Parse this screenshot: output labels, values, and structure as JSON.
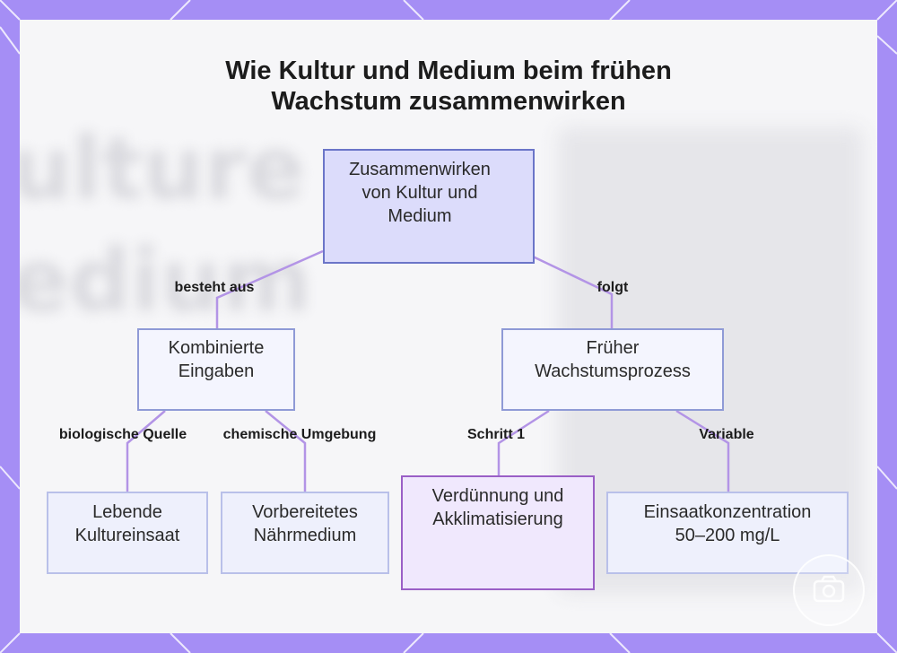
{
  "title": {
    "line1": "Wie Kultur und Medium beim frühen",
    "line2": "Wachstum zusammenwirken"
  },
  "nodes": {
    "root": [
      "Zusammenwirken",
      "von Kultur und",
      "Medium"
    ],
    "inputs": [
      "Kombinierte",
      "Eingaben"
    ],
    "process": [
      "Früher",
      "Wachstumsprozess"
    ],
    "culture": [
      "Lebende",
      "Kultureinsaat"
    ],
    "medium": [
      "Vorbereitetes",
      "Nährmedium"
    ],
    "dilution": [
      "Verdünnung und",
      "Akklimatisierung"
    ],
    "concentration": [
      "Einsaatkonzentration",
      "50–200 mg/L"
    ]
  },
  "edges": {
    "consists_of": "besteht aus",
    "follows": "folgt",
    "biological_source": "biologische Quelle",
    "chemical_environment": "chemische Umgebung",
    "step1": "Schritt 1",
    "variable": "Variable"
  },
  "colors": {
    "frame": "#a58ef5",
    "edge": "#b394e6",
    "root_fill": "#dcdcfb",
    "highlight_border": "#9a5fc6"
  },
  "icons": [
    "camera-icon"
  ]
}
